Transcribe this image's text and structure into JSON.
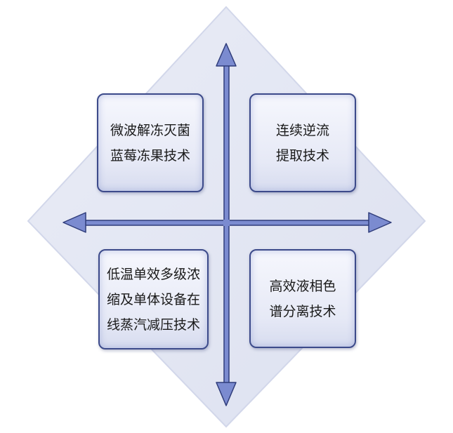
{
  "boxes": {
    "top_left": {
      "lines": [
        "微波解冻灭菌",
        "蓝莓冻果技术"
      ]
    },
    "top_right": {
      "lines": [
        "连续逆流",
        "提取技术"
      ]
    },
    "bottom_left": {
      "lines": [
        "低温单效多级浓",
        "缩及单体设备在",
        "线蒸汽减压技术"
      ]
    },
    "bottom_right": {
      "lines": [
        "高效液相色",
        "谱分离技术"
      ]
    }
  },
  "colors": {
    "diamond_fill": "#e3e6f2",
    "diamond_edge": "#d2d7ea",
    "axis": "#6e80c8",
    "axis_outline": "#2f3c7a",
    "box_border": "#3c4a8a"
  }
}
